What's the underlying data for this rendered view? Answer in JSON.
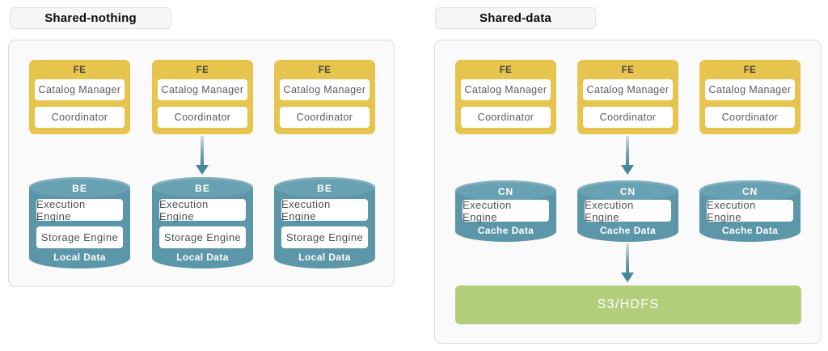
{
  "colors": {
    "fe_yellow": "#E6C44E",
    "node_teal": "#5C96A9",
    "node_teal_lid": "#68A1B2",
    "arrow_teal": "#46869F",
    "storage_green": "#B3CE7B",
    "panel_bg": "#FAFAFA",
    "panel_border": "#DDDDDD"
  },
  "left_panel": {
    "title": "Shared-nothing",
    "fe_nodes": [
      {
        "label": "FE",
        "components": [
          "Catalog Manager",
          "Coordinator"
        ]
      },
      {
        "label": "FE",
        "components": [
          "Catalog Manager",
          "Coordinator"
        ]
      },
      {
        "label": "FE",
        "components": [
          "Catalog Manager",
          "Coordinator"
        ]
      }
    ],
    "be_nodes": [
      {
        "label": "BE",
        "components": [
          "Execution Engine",
          "Storage Engine"
        ],
        "data_label": "Local Data"
      },
      {
        "label": "BE",
        "components": [
          "Execution Engine",
          "Storage Engine"
        ],
        "data_label": "Local Data"
      },
      {
        "label": "BE",
        "components": [
          "Execution Engine",
          "Storage Engine"
        ],
        "data_label": "Local Data"
      }
    ]
  },
  "right_panel": {
    "title": "Shared-data",
    "fe_nodes": [
      {
        "label": "FE",
        "components": [
          "Catalog Manager",
          "Coordinator"
        ]
      },
      {
        "label": "FE",
        "components": [
          "Catalog Manager",
          "Coordinator"
        ]
      },
      {
        "label": "FE",
        "components": [
          "Catalog Manager",
          "Coordinator"
        ]
      }
    ],
    "cn_nodes": [
      {
        "label": "CN",
        "components": [
          "Execution Engine"
        ],
        "data_label": "Cache Data"
      },
      {
        "label": "CN",
        "components": [
          "Execution Engine"
        ],
        "data_label": "Cache Data"
      },
      {
        "label": "CN",
        "components": [
          "Execution Engine"
        ],
        "data_label": "Cache Data"
      }
    ],
    "shared_storage_label": "S3/HDFS"
  }
}
